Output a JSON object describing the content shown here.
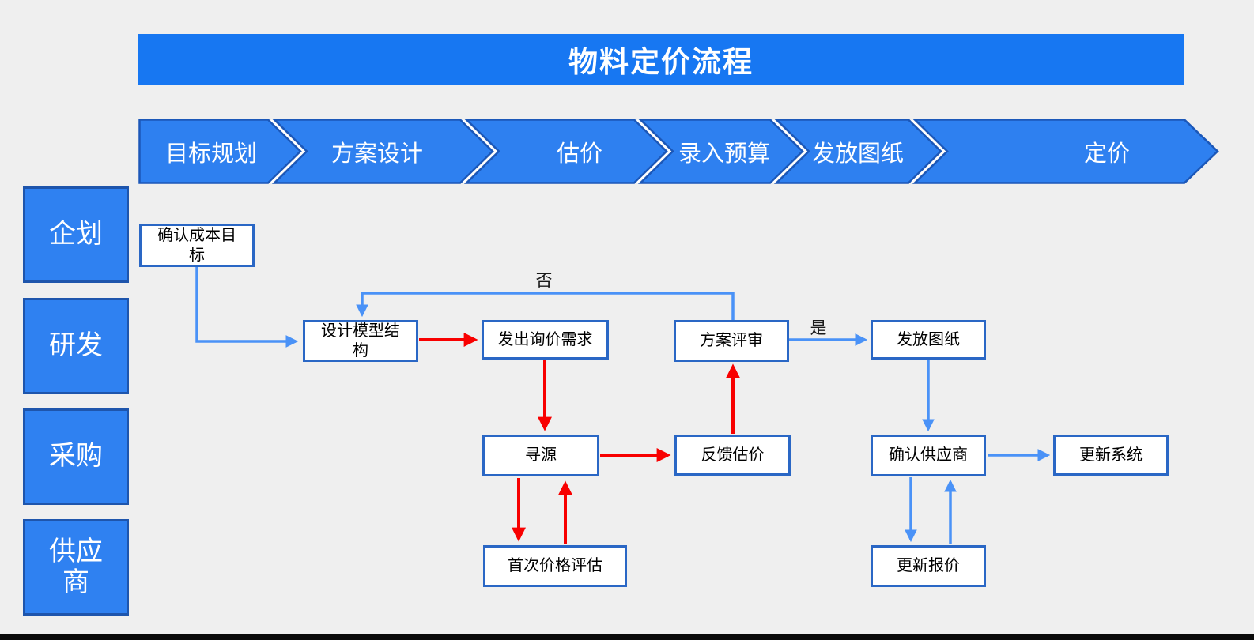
{
  "title": "物料定价流程",
  "phases": [
    "目标规划",
    "方案设计",
    "估价",
    "录入预算",
    "发放图纸",
    "定价"
  ],
  "lanes": [
    "企划",
    "研发",
    "采购",
    "供应\n商"
  ],
  "nodes": {
    "confirm_cost_target": "确认成本目\n标",
    "design_model_structure": "设计模型结\n构",
    "send_inquiry_request": "发出询价需求",
    "plan_review": "方案评审",
    "issue_drawings": "发放图纸",
    "sourcing": "寻源",
    "feedback_estimate": "反馈估价",
    "confirm_supplier": "确认供应商",
    "update_system": "更新系统",
    "first_price_evaluation": "首次价格评估",
    "update_quote": "更新报价"
  },
  "decision_labels": {
    "no": "否",
    "yes": "是"
  },
  "colors": {
    "title_bar": "#1777f2",
    "chevron_fill": "#2e80f0",
    "chevron_border": "#1b57b8",
    "lane_fill": "#2f81f1",
    "lane_border": "#1e55ac",
    "node_border": "#2a67c5",
    "arrow_blue": "#4a92f7",
    "arrow_red": "#f80000",
    "background": "#efefef"
  }
}
